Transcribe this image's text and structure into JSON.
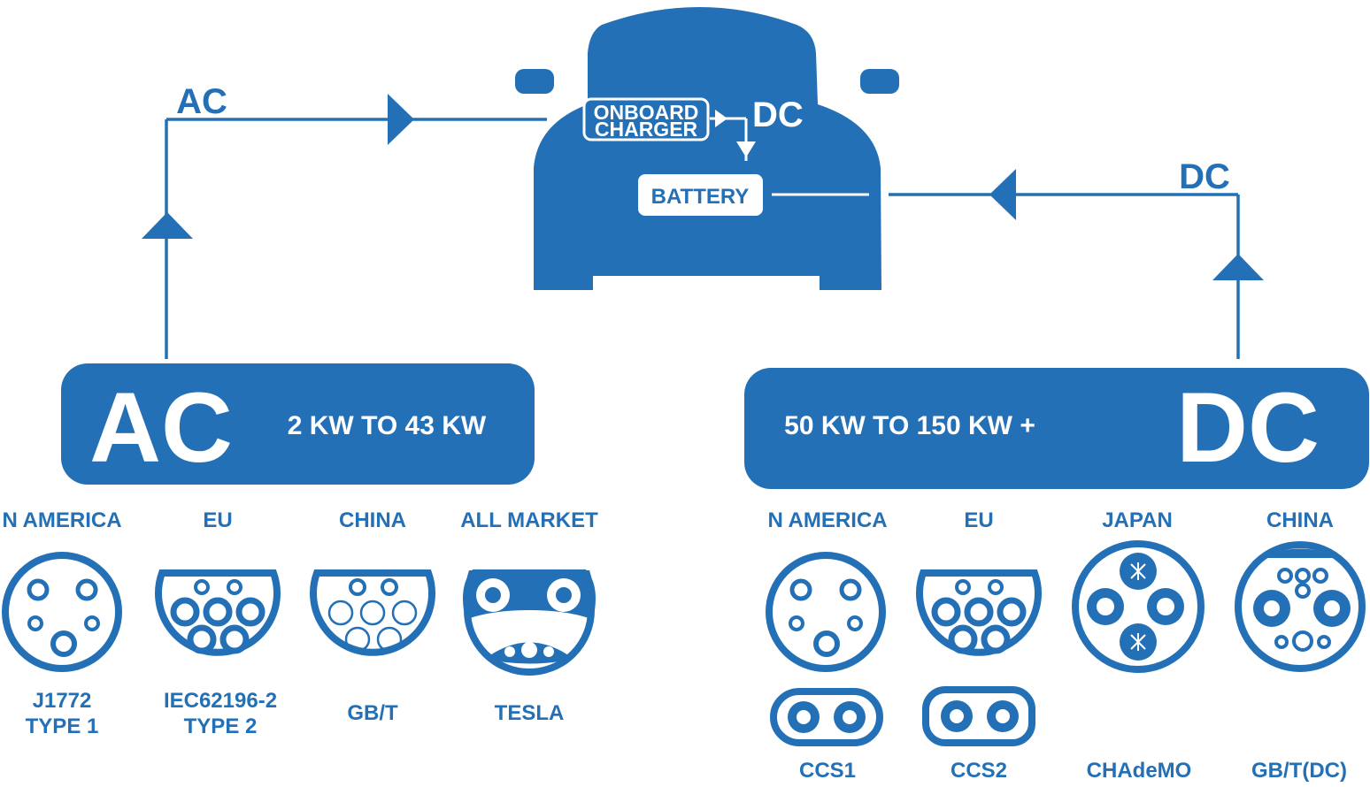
{
  "colors": {
    "primary": "#2370b6",
    "background": "#ffffff"
  },
  "car": {
    "onboard_line1": "ONBOARD",
    "onboard_line2": "CHARGER",
    "dc_label": "DC",
    "battery_label": "BATTERY"
  },
  "ac_path_label": "AC",
  "dc_path_label": "DC",
  "ac_panel": {
    "big_label": "AC",
    "power_range": "2 KW TO 43 KW"
  },
  "dc_panel": {
    "big_label": "DC",
    "power_range": "50 KW TO 150 KW +"
  },
  "ac_connectors": [
    {
      "region": "N AMERICA",
      "name_line1": "J1772",
      "name_line2": "TYPE 1",
      "icon": "j1772-connector-icon"
    },
    {
      "region": "EU",
      "name_line1": "IEC62196-2",
      "name_line2": "TYPE 2",
      "icon": "type2-connector-icon"
    },
    {
      "region": "CHINA",
      "name_line1": "GB/T",
      "name_line2": "",
      "icon": "gbt-connector-icon"
    },
    {
      "region": "ALL MARKET",
      "name_line1": "TESLA",
      "name_line2": "",
      "icon": "tesla-connector-icon"
    }
  ],
  "dc_connectors": [
    {
      "region": "N AMERICA",
      "name": "CCS1",
      "icon": "ccs1-connector-icon"
    },
    {
      "region": "EU",
      "name": "CCS2",
      "icon": "ccs2-connector-icon"
    },
    {
      "region": "JAPAN",
      "name": "CHAdeMO",
      "icon": "chademo-connector-icon"
    },
    {
      "region": "CHINA",
      "name": "GB/T(DC)",
      "icon": "gbt-dc-connector-icon"
    }
  ]
}
